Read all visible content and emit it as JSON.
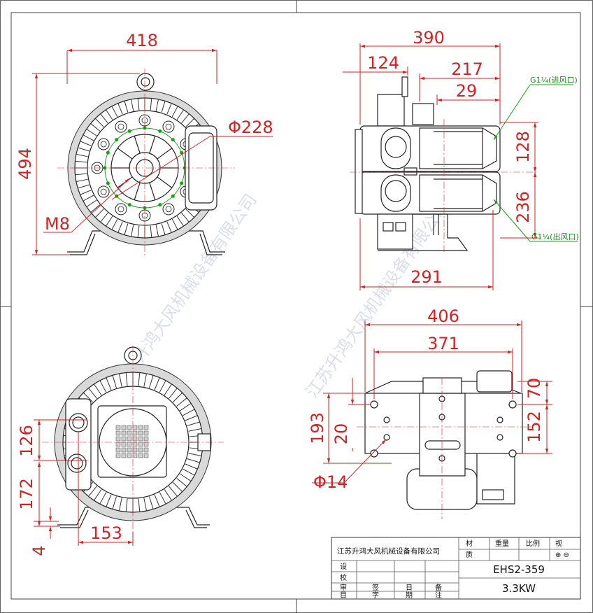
{
  "drawing": {
    "front_view": {
      "dims": {
        "width": "418",
        "height": "494",
        "diameter": "Φ228",
        "bolt": "M8"
      }
    },
    "side_view": {
      "dims": {
        "overall": "390",
        "offset": "124",
        "right": "217",
        "flange": "29",
        "height_a": "128",
        "height_b": "236",
        "base": "291"
      },
      "notes": {
        "inlet": "G1¼(进风口)",
        "outlet": "G1¼(出风口)"
      }
    },
    "rear_view": {
      "dims": {
        "h1": "126",
        "h2": "172",
        "h3": "4",
        "w1": "153"
      }
    },
    "base_view": {
      "dims": {
        "overall": "406",
        "holes": "371",
        "h_total": "193",
        "h_small": "20",
        "r_top": "70",
        "r_mid": "152",
        "hole_dia": "Φ14"
      }
    }
  },
  "watermarks": [
    "江苏升鸿大风机械设备有限公司",
    "江苏升鸿大风机械设备有限公司"
  ],
  "title_block": {
    "company": "江苏升鸿大风机械设备有限公司",
    "material_top": "材",
    "material_bottom": "质",
    "weight": "重量",
    "scale": "比例",
    "view_top": "视",
    "view_symbol": "⊕ ⊖",
    "design": "设",
    "check": "校",
    "review": "审",
    "item": "目",
    "sign_top": "签",
    "sign_bottom": "字",
    "date_bottom": "期",
    "date_top": "日",
    "remark_top": "备",
    "remark_bottom": "注",
    "model": "EHS2-359",
    "power": "3.3KW"
  }
}
